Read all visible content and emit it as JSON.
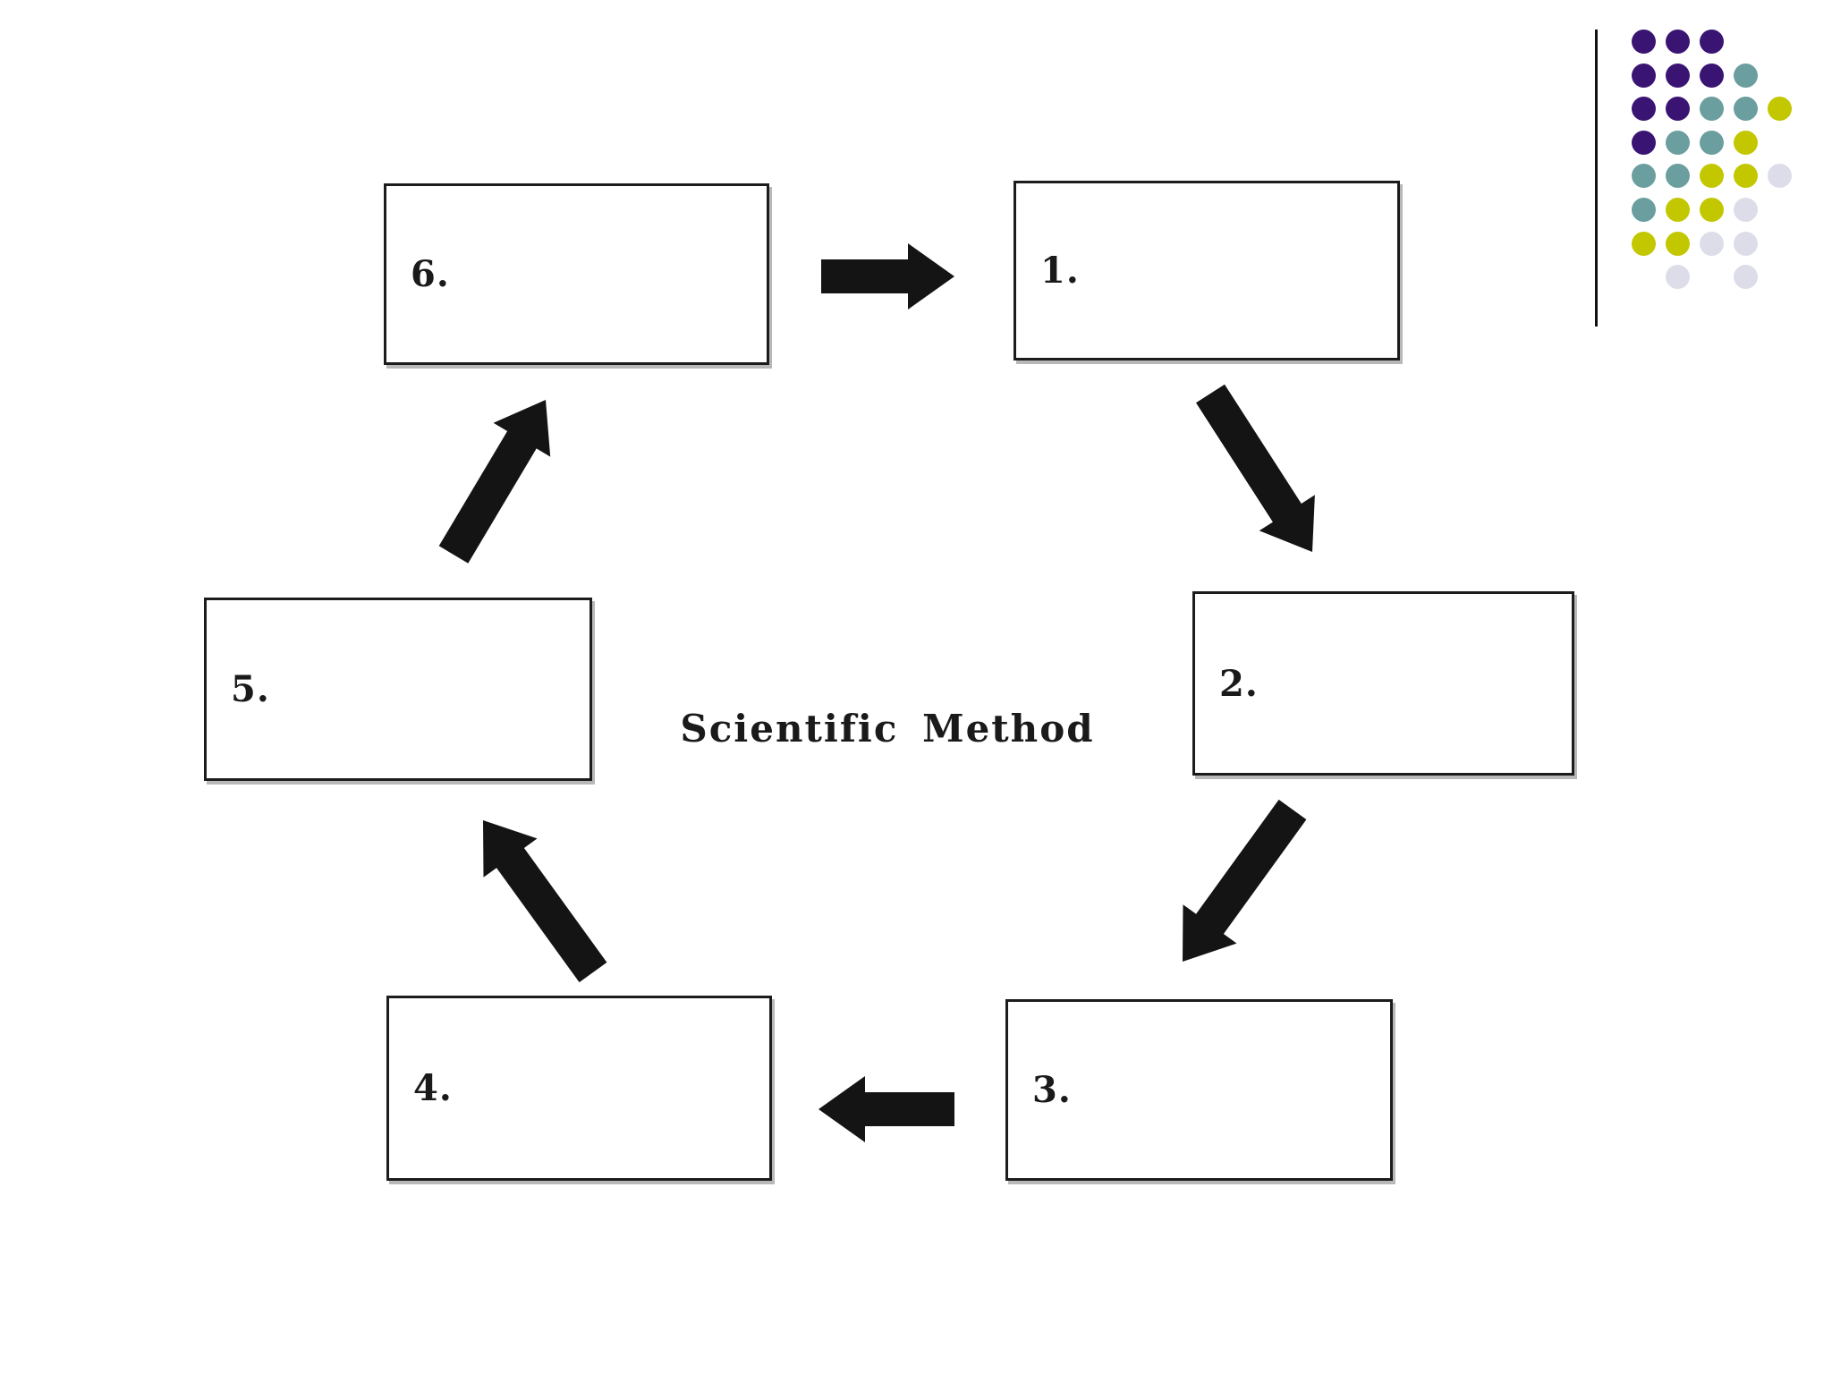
{
  "slide": {
    "background_color": "#ffffff"
  },
  "diagram": {
    "type": "cycle-flow",
    "center_label": "Scientific Method",
    "boxes": [
      {
        "number": "1.",
        "content": ""
      },
      {
        "number": "2.",
        "content": ""
      },
      {
        "number": "3.",
        "content": ""
      },
      {
        "number": "4.",
        "content": ""
      },
      {
        "number": "5.",
        "content": ""
      },
      {
        "number": "6.",
        "content": ""
      }
    ],
    "connections": [
      {
        "from": "6",
        "to": "1"
      },
      {
        "from": "1",
        "to": "2"
      },
      {
        "from": "2",
        "to": "3"
      },
      {
        "from": "3",
        "to": "4"
      },
      {
        "from": "4",
        "to": "5"
      },
      {
        "from": "5",
        "to": "6"
      }
    ],
    "arrow_color": "#141414",
    "box_border_color": "#1c1c1c",
    "text_color": "#1a1a1a"
  },
  "decoration": {
    "divider_line_color": "#111111",
    "dot_pattern": {
      "palette": {
        "P": "#3a1473",
        "T": "#6b9e9e",
        "Y": "#c3c700",
        "G": "#dcdde9"
      },
      "rows": [
        [
          "P",
          "P",
          "P",
          "",
          ""
        ],
        [
          "P",
          "P",
          "P",
          "T",
          ""
        ],
        [
          "P",
          "P",
          "T",
          "T",
          "Y"
        ],
        [
          "P",
          "T",
          "T",
          "Y",
          ""
        ],
        [
          "T",
          "T",
          "Y",
          "Y",
          "G"
        ],
        [
          "T",
          "Y",
          "Y",
          "G",
          ""
        ],
        [
          "Y",
          "Y",
          "G",
          "G",
          ""
        ],
        [
          "",
          "G",
          "",
          "G",
          ""
        ]
      ]
    }
  }
}
